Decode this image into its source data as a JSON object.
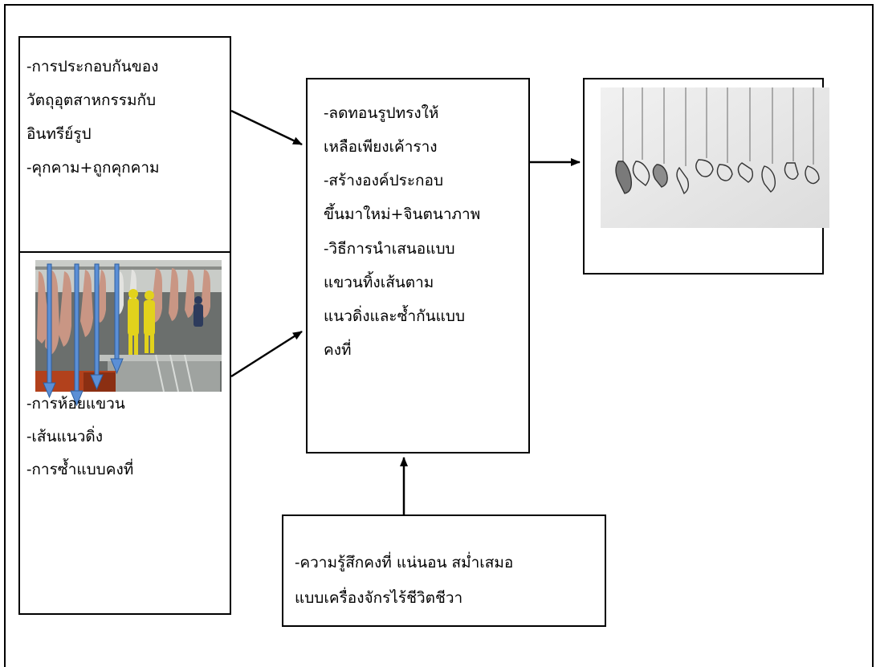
{
  "top_left_box": {
    "lines": [
      "-การประกอบกันของ",
      "วัตถุอุตสาหกรรมกับ",
      "อินทรีย์รูป",
      "-คุกคาม+ถูกคุกคาม"
    ]
  },
  "bottom_left_box": {
    "lines": [
      "-การห้อยแขวน",
      "-เส้นแนวดิ่ง",
      "-การซ้ำแบบคงที่"
    ]
  },
  "center_box": {
    "lines": [
      "-ลดทอนรูปทรงให้",
      "เหลือเพียงเค้าราง",
      "-สร้างองค์ประกอบ",
      "ขึ้นมาใหม่+จินตนาภาพ",
      "-วิธีการนำเสนอแบบ",
      "แขวนทิ้งเส้นตาม",
      "แนวดิ่งและซ้ำกันแบบ",
      "คงที่"
    ]
  },
  "bottom_center_box": {
    "lines": [
      "-ความรู้สึกคงที่ แน่นอน สม่ำเสมอ",
      "แบบเครื่องจักรไร้ชีวิตชีวา"
    ]
  },
  "colors": {
    "line": "#000000",
    "photo_arrow": "#5b8fd6"
  }
}
